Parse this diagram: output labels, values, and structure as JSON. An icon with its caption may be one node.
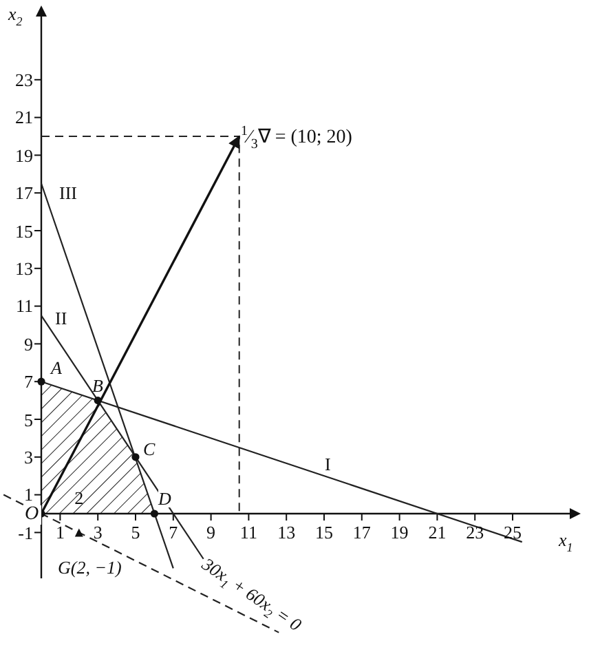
{
  "diagram": {
    "nodes": [
      {
        "text": [
          "O"
        ]
      },
      {
        "text": [
          "$^{1}$⁄$_{3}$∇ = (10; 20)"
        ]
      }
    ],
    "edges": [
      {
        "from": 0,
        "to": 1,
        "arrow": "to"
      }
    ],
    "labels": [
      "x$_{2}$",
      "23",
      "21",
      "19",
      "17",
      "III",
      "15",
      "13",
      "11",
      "II",
      "9",
      "A",
      "7",
      "B",
      "5",
      "C",
      "3",
      "I",
      "1",
      "2",
      "D",
      "1",
      "3",
      "5",
      "7",
      "9",
      "11",
      "13",
      "15",
      "17",
      "19",
      "21",
      "23",
      "25",
      "x$_{1}$",
      "-1",
      "G(2, −1)",
      "30x$_{1}$ + 60x$_{2}$ = 0"
    ]
  }
}
